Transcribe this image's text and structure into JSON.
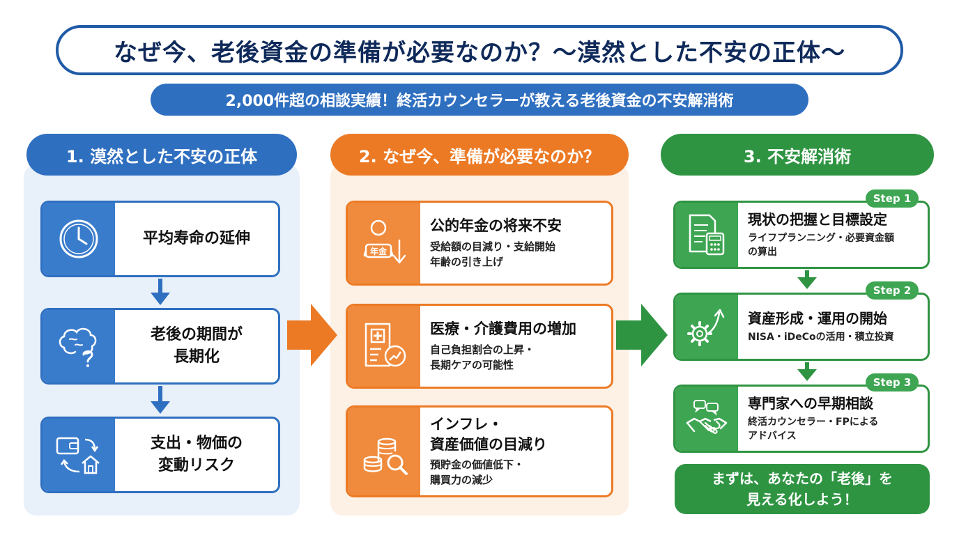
{
  "title": "なぜ今、老後資金の準備が必要なのか？〜漠然とした不安の正体〜",
  "subtitle": "2,000件超の相談実績！終活カウンセラーが教える老後資金の不安解消術",
  "columns": {
    "col1": {
      "header": "1. 漠然とした不安の正体",
      "cards": [
        {
          "line1": "平均寿命の延伸",
          "line2": "",
          "icon": "clock-icon"
        },
        {
          "line1": "老後の期間が",
          "line2": "長期化",
          "icon": "brain-question-icon"
        },
        {
          "line1": "支出・物価の",
          "line2": "変動リスク",
          "icon": "wallet-house-icon"
        }
      ]
    },
    "col2": {
      "header": "2. なぜ今、準備が必要なのか？",
      "cards": [
        {
          "title1": "公的年金の将来不安",
          "title2": "",
          "desc1": "受給額の目減り・支給開始",
          "desc2": "年齢の引き上げ",
          "icon": "pension-person-icon",
          "icon_text": "年金"
        },
        {
          "title1": "医療・介護費用の増加",
          "title2": "",
          "desc1": "自己負担割合の上昇・",
          "desc2": "長期ケアの可能性",
          "icon": "medical-document-icon"
        },
        {
          "title1": "インフレ・",
          "title2": "資産価値の目減り",
          "desc1": "預貯金の価値低下・",
          "desc2": "購買力の減少",
          "icon": "coins-magnifier-icon"
        }
      ]
    },
    "col3": {
      "header": "3. 不安解消術",
      "steps": [
        {
          "badge": "Step 1",
          "title": "現状の把握と目標設定",
          "desc1": "ライフプランニング・必要資金額",
          "desc2": "の算出",
          "icon": "document-calculator-icon"
        },
        {
          "badge": "Step 2",
          "title": "資産形成・運用の開始",
          "desc1": "NISA・iDeCoの活用・積立投資",
          "desc2": "",
          "icon": "gear-growth-icon"
        },
        {
          "badge": "Step 3",
          "title": "専門家への早期相談",
          "desc1": "終活カウンセラー・FPによる",
          "desc2": "アドバイス",
          "icon": "handshake-icon"
        }
      ],
      "cta_line1": "まずは、あなたの「老後」を",
      "cta_line2": "見える化しよう！"
    }
  },
  "colors": {
    "blue": "#2f6fc0",
    "orange": "#ec7a25",
    "green": "#2f9442",
    "navy": "#0f2a5a"
  }
}
